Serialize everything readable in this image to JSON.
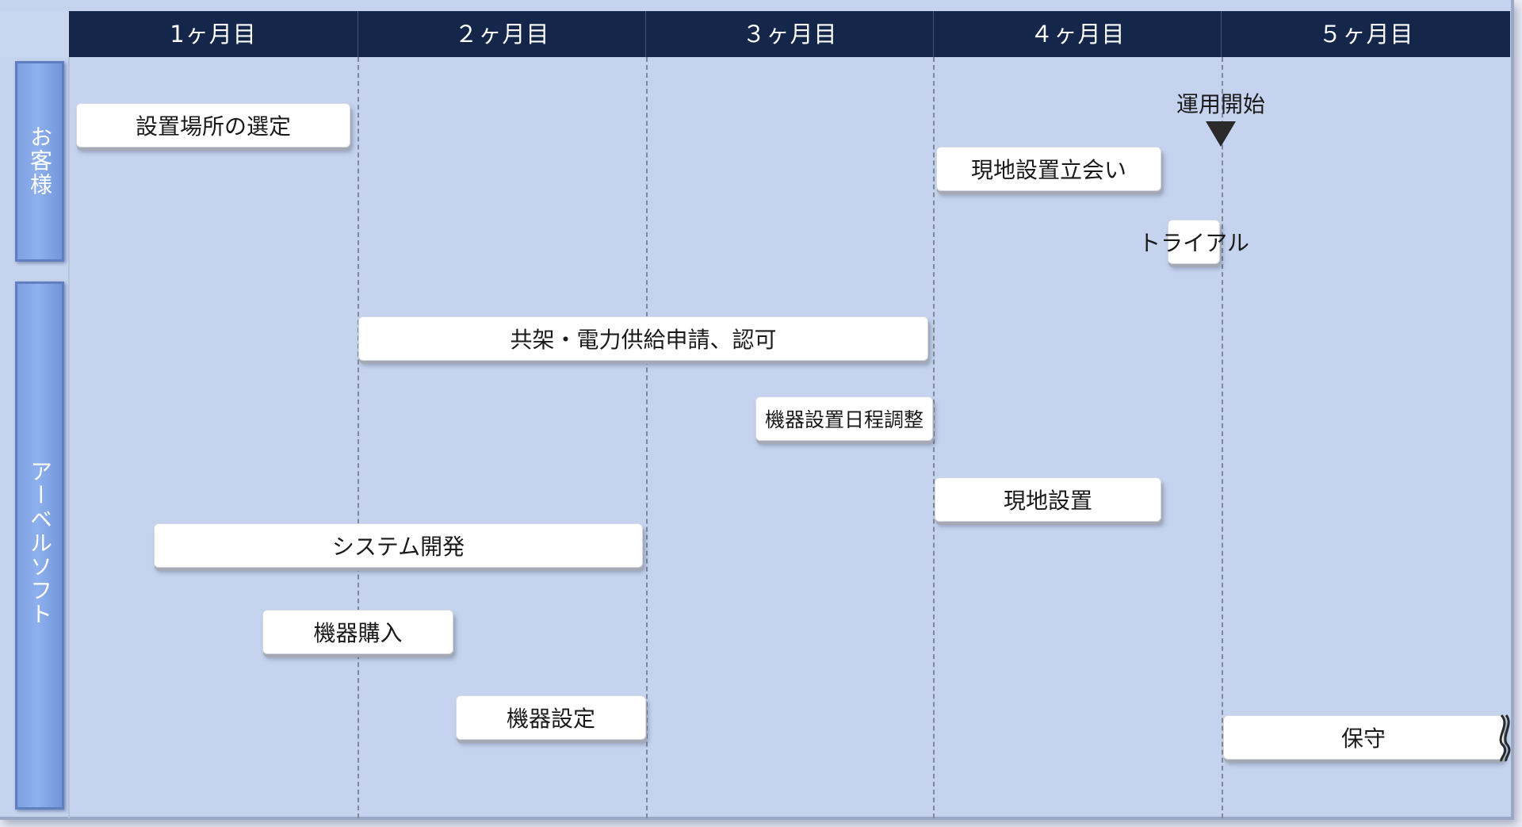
{
  "header": {
    "months": [
      "1ヶ月目",
      "２ヶ月目",
      "３ヶ月目",
      "４ヶ月目",
      "５ヶ月目"
    ]
  },
  "lanes": {
    "customer": "お客様",
    "company": "アーベルソフト"
  },
  "milestone": {
    "label": "運用開始",
    "marker_icon": "down-triangle-icon"
  },
  "tasks": {
    "site_selection": "設置場所の選定",
    "onsite_attendance": "現地設置立会い",
    "trial": "トライアル",
    "pole_power_application": "共架・電力供給申請、認可",
    "install_schedule": "機器設置日程調整",
    "onsite_install": "現地設置",
    "system_dev": "システム開発",
    "equipment_purchase": "機器購入",
    "equipment_setup": "機器設定",
    "maintenance": "保守"
  },
  "colors": {
    "header_bg": "#14264a",
    "body_bg": "#c5d3ee",
    "lane_bg": "#8fb0ee",
    "task_bg": "#ffffff"
  }
}
